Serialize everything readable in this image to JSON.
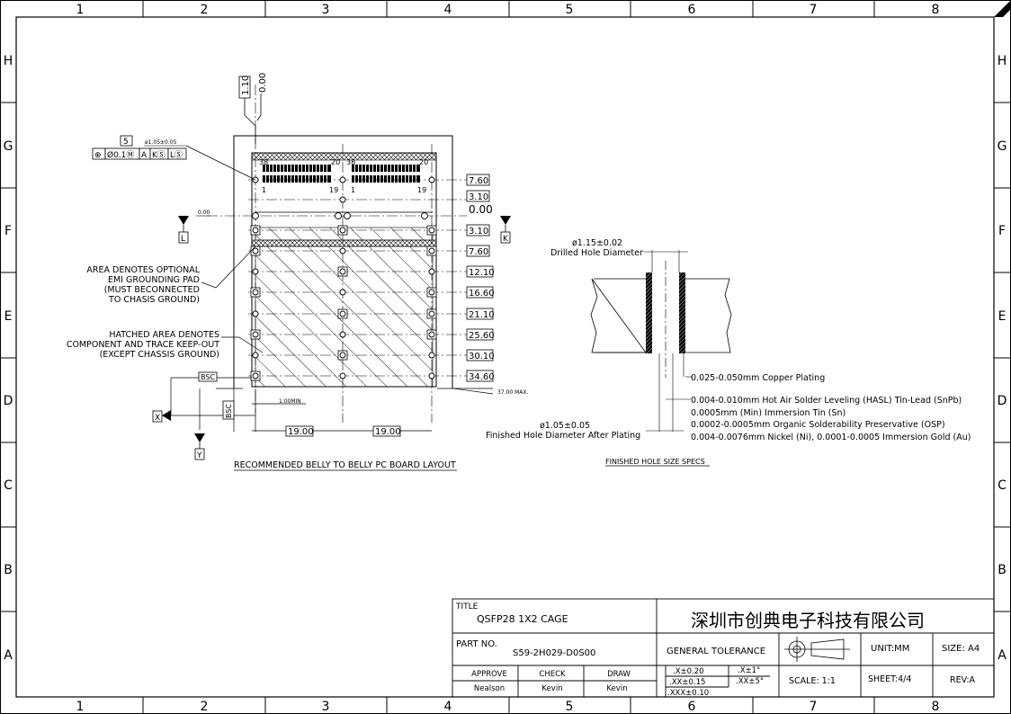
{
  "border": {
    "columns": [
      "1",
      "2",
      "3",
      "4",
      "5",
      "6",
      "7",
      "8"
    ],
    "rows": [
      "H",
      "G",
      "F",
      "E",
      "D",
      "C",
      "B",
      "A"
    ]
  },
  "gdt": {
    "box_number": "5",
    "frame": [
      "⊕",
      "Ø0.1Ⓜ",
      "A",
      "KⓈ",
      "LⓈ"
    ],
    "pad_dim": "ø1.05±0.05",
    "top_dims": [
      "1.10",
      "0.00"
    ],
    "left_zero": "0.00"
  },
  "pins": {
    "a38": "38",
    "a20": "20",
    "b38": "38",
    "b20": "20",
    "a1": "1",
    "a19": "19",
    "b1": "1",
    "b19": "19"
  },
  "datums": {
    "l": "L",
    "k": "K",
    "x": "X",
    "y": "Y"
  },
  "right_dims": [
    "7.60",
    "3.10",
    "0.00",
    "3.10",
    "7.60",
    "12.10",
    "16.60",
    "21.10",
    "25.60",
    "30.10",
    "34.60"
  ],
  "bottom_dims": {
    "max": "37.00 MAX.",
    "min": "1.00MIN",
    "bsc_h": "BSC",
    "bsc_v": "BSC",
    "d1": "19.00",
    "d2": "19.00"
  },
  "notes": {
    "emi": [
      "AREA DENOTES OPTIONAL",
      "EMI GROUNDING PAD",
      "(MUST BECONNECTED",
      "TO CHASIS GROUND)"
    ],
    "hatched": [
      "HATCHED AREA DENOTES",
      "COMPONENT AND TRACE KEEP-OUT",
      "(EXCEPT CHASSIS GROUND)"
    ]
  },
  "layout_caption": "RECOMMENDED BELLY TO BELLY PC BOARD LAYOUT",
  "hole": {
    "drilled_dim": "ø1.15±0.02",
    "drilled_label": "Drilled Hole Diameter",
    "copper": "0.025-0.050mm Copper Plating",
    "finished_dim": "ø1.05±0.05",
    "finished_label": "Finished Hole Diameter After Plating",
    "specs": [
      "0.004-0.010mm Hot Air Solder Leveling (HASL) Tin-Lead (SnPb)",
      "0.0005mm (Min) Immersion Tin (Sn)",
      "0.0002-0.0005mm Organic Solderability Preservative (OSP)",
      "0.004-0.0076mm Nickel (Ni), 0.0001-0.0005 Immersion Gold (Au)"
    ],
    "caption": "FINISHED HOLE SIZE SPECS"
  },
  "title_block": {
    "title_label": "TITLE",
    "title": "QSFP28 1X2 CAGE",
    "company": "深圳市创典电子科技有限公司",
    "part_label": "PART NO.",
    "part_no": "S59-2H029-D0S00",
    "tol_label": "GENERAL TOLERANCE",
    "unit": "UNIT:MM",
    "size": "SIZE: A4",
    "approve_label": "APPROVE",
    "check_label": "CHECK",
    "draw_label": "DRAW",
    "approve": "Nealson",
    "check": "Kevin",
    "draw": "Kevin",
    "tol1": ".X±0.20",
    "tol2": ".XX±0.15",
    "tol3": ".XXX±0.10",
    "ang1": ".X±1°",
    "ang2": ".XX±5°",
    "scale": "SCALE:  1:1",
    "sheet": "SHEET:4/4",
    "rev": "REV:A"
  }
}
